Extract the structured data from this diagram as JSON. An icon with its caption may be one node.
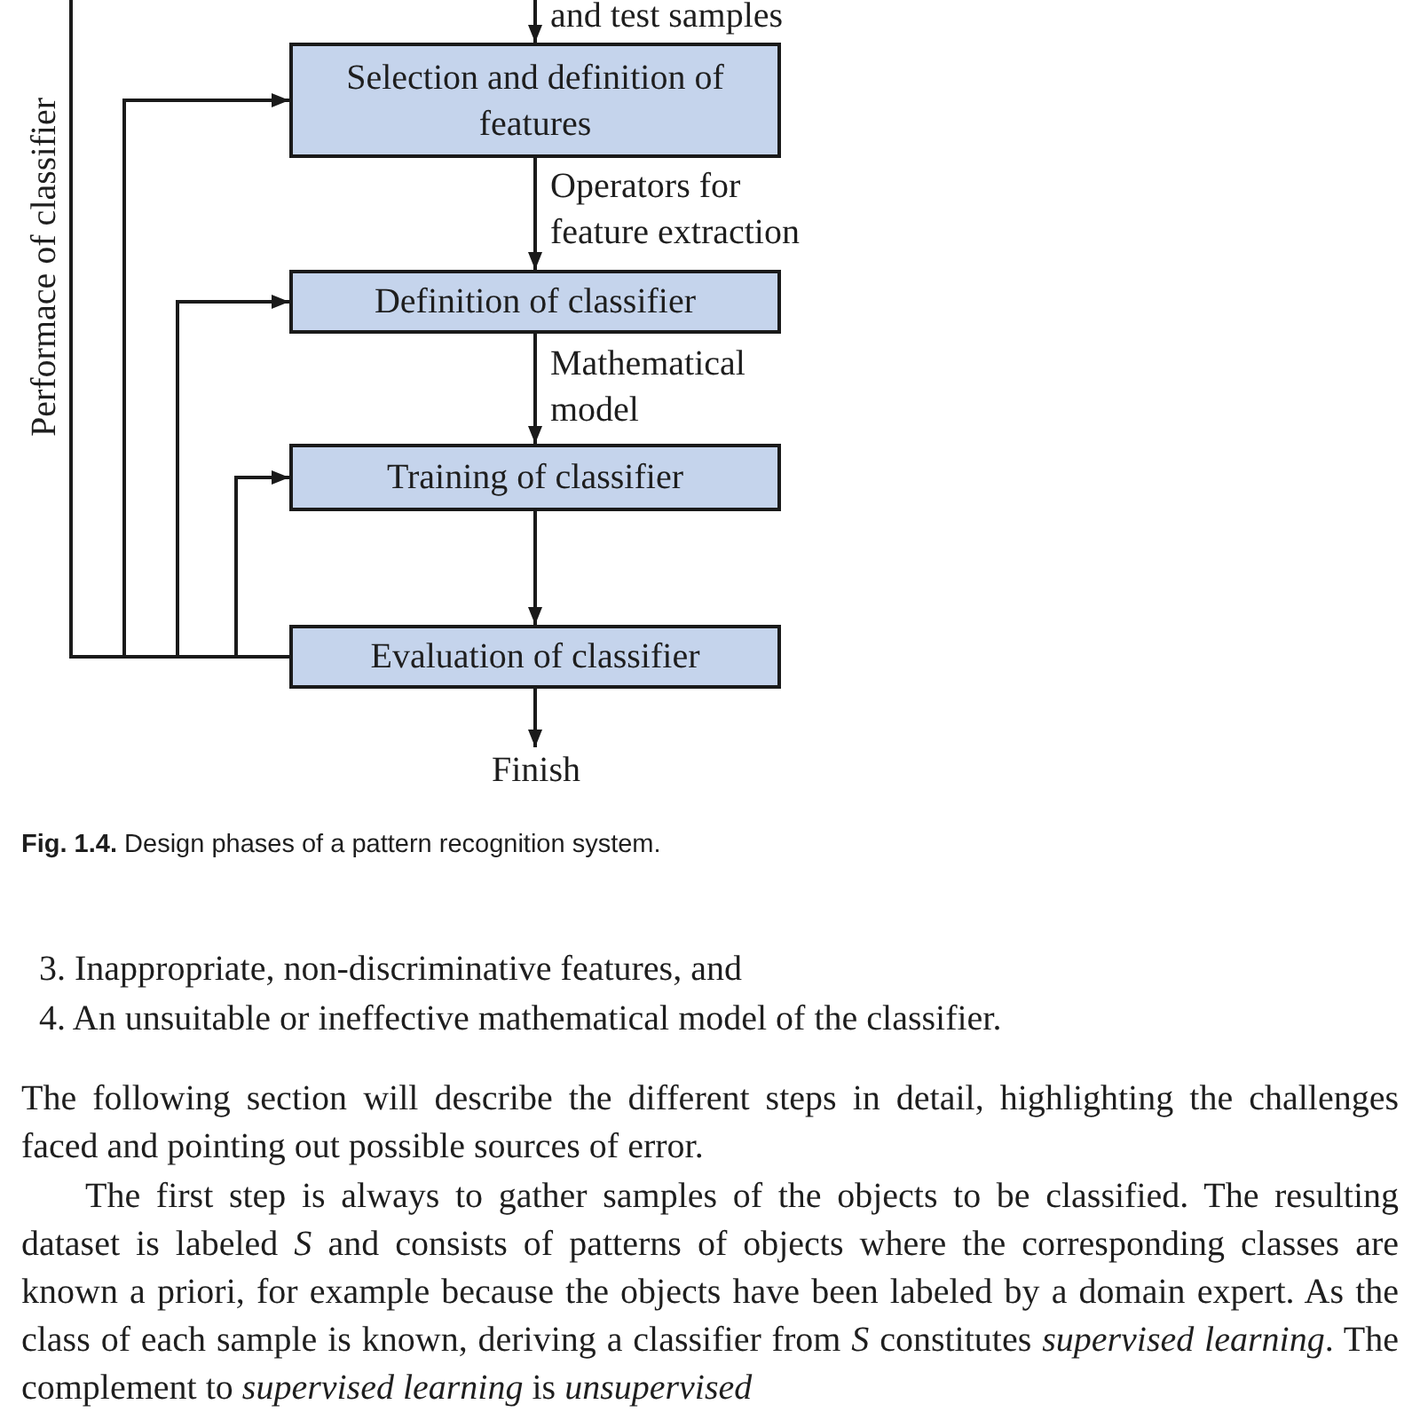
{
  "diagram": {
    "caption": "**Fig. 1.4.** Design phases of a pattern recognition system.",
    "nodes": [
      {
        "text": [
          "Selection and definition of features"
        ]
      },
      {
        "text": [
          "Definition of classifier"
        ]
      },
      {
        "text": [
          "Training of classifier"
        ]
      },
      {
        "text": [
          "Evaluation of classifier"
        ]
      },
      {
        "text": [
          "Finish"
        ]
      }
    ],
    "edges": [
      {
        "from": null,
        "to": 0,
        "arrow": "to",
        "label": "and test samples"
      },
      {
        "from": 0,
        "to": 1,
        "arrow": "to",
        "label": "Operators for feature extraction"
      },
      {
        "from": 1,
        "to": 2,
        "arrow": "to",
        "label": "Mathematical model"
      },
      {
        "from": 2,
        "to": 3,
        "arrow": "to"
      },
      {
        "from": 3,
        "to": 4,
        "arrow": "to"
      },
      {
        "from": 3,
        "to": null,
        "arrow": "none",
        "label": "Performace of classifier"
      },
      {
        "from": 3,
        "to": 0,
        "arrow": "to"
      },
      {
        "from": 3,
        "to": 1,
        "arrow": "to"
      },
      {
        "from": 3,
        "to": 2,
        "arrow": "to"
      }
    ],
    "labels": [
      "3. Inappropriate, non-discriminative features, and",
      "4. An unsuitable or ineffective mathematical model of the classifier.",
      "The following section will describe the different steps in detail, highlighting the challenges faced and pointing out possible sources of error.",
      "The first step is always to gather samples of the objects to be classified. The resulting dataset is labeled *S* and consists of patterns of objects where the corresponding classes are known a priori, for example because the objects have been labeled by a domain expert. As the class of each sample is known, deriving a classifier from *S* constitutes *supervised learning*. The complement to *supervised learning* is *unsupervised*"
    ]
  }
}
